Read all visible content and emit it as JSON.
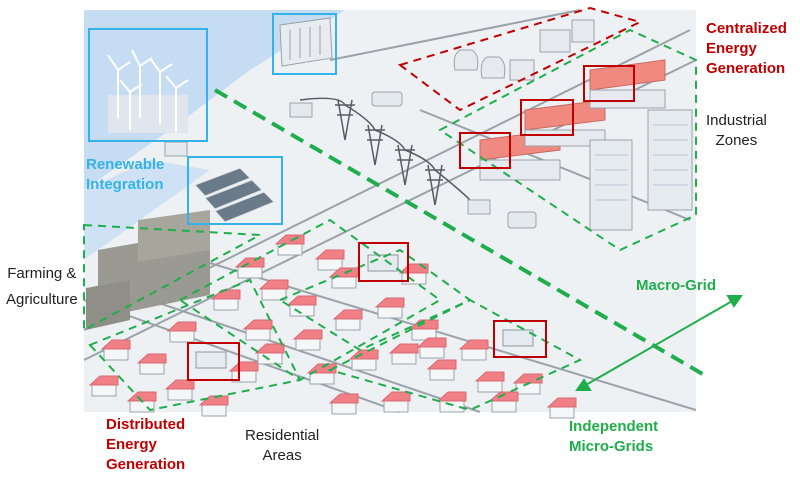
{
  "labels": {
    "centralized": [
      "Centralized",
      "Energy",
      "Generation"
    ],
    "industrial": [
      "Industrial",
      "Zones"
    ],
    "renewable": [
      "Renewable",
      "Integration"
    ],
    "farming": [
      "Farming &",
      "Agriculture"
    ],
    "macro_grid": [
      "Macro-Grid"
    ],
    "distributed": [
      "Distributed",
      "Energy",
      "Generation"
    ],
    "residential": [
      "Residential",
      "Areas"
    ],
    "micro_grids": [
      "Independent",
      "Micro-Grids"
    ]
  },
  "colors": {
    "centralized": "#c00000",
    "distributed": "#c00000",
    "renewable": "#33b3e8",
    "grid_green": "#1fae4b",
    "text_dark": "#222222",
    "ground": "#f2f4f6",
    "water": "#c4dbf2",
    "roof": "#f07f86"
  }
}
